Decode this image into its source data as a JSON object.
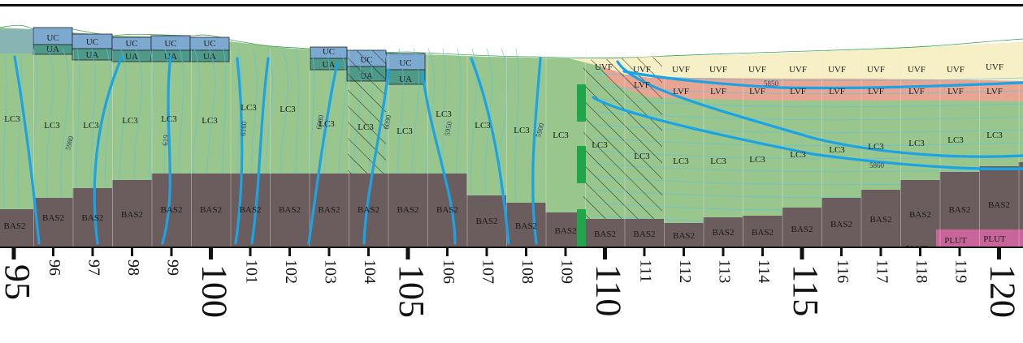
{
  "colors": {
    "lc3": "#98c68c",
    "bas2": "#6b5c5e",
    "uc": "#7ea9cf",
    "ua": "#4f9a86",
    "uvf": "#f7efc6",
    "lvf": "#e7a592",
    "plut": "#c9659a",
    "contour_bold": "#1aa3e6",
    "contour_thin": "#5cc2e6",
    "well": "#1fa64a"
  },
  "units": {
    "uc": "UC",
    "ua": "UA",
    "lc3": "LC3",
    "bas2": "BAS2",
    "uvf": "UVF",
    "lvf": "LVF",
    "plut": "PLUT"
  },
  "bas2_labels": [
    {
      "col": 95,
      "text": "BAS2"
    },
    {
      "col": 96,
      "text": "BAS2"
    },
    {
      "col": 97,
      "text": "BAS2"
    },
    {
      "col": 98,
      "text": "BAS2"
    },
    {
      "col": 99,
      "text": "BAS2"
    },
    {
      "col": 100,
      "text": "BAS2"
    },
    {
      "col": 101,
      "text": "BAS2"
    },
    {
      "col": 102,
      "text": "BAS2"
    },
    {
      "col": 103,
      "text": "BAS2"
    },
    {
      "col": 104,
      "text": "BAS2"
    },
    {
      "col": 105,
      "text": "BAS2"
    },
    {
      "col": 106,
      "text": "BAS2"
    },
    {
      "col": 107,
      "text": "BAS2"
    },
    {
      "col": 108,
      "text": "BAS2"
    },
    {
      "col": 109,
      "text": "BAS2"
    },
    {
      "col": 110,
      "text": "BAS2"
    },
    {
      "col": 111,
      "text": "BAS2"
    },
    {
      "col": 112,
      "text": "BAS2"
    },
    {
      "col": 113,
      "text": "BAS2"
    },
    {
      "col": 114,
      "text": "BAS2"
    },
    {
      "col": 115,
      "text": "BAS2"
    },
    {
      "col": 116,
      "text": "BAS2"
    },
    {
      "col": 117,
      "text": "BAS2"
    },
    {
      "col": 118,
      "text": "BAS2"
    },
    {
      "col": 119,
      "text": "BAS2"
    },
    {
      "col": 120,
      "text": "BAS2"
    }
  ],
  "plut_labels": [
    "PLUT",
    "PLUT",
    "PLUT"
  ],
  "contour_labels": [
    "5980",
    "619",
    "6160",
    "6080",
    "6090",
    "5950",
    "5860",
    "5850",
    "5900"
  ],
  "axis": {
    "small_ticks": [
      "96",
      "97",
      "98",
      "99",
      "101",
      "102",
      "103",
      "104",
      "106",
      "107",
      "108",
      "109",
      "111",
      "112",
      "113",
      "114",
      "116",
      "117",
      "118",
      "119"
    ],
    "big_ticks": [
      "95",
      "100",
      "105",
      "110",
      "115",
      "120"
    ]
  }
}
